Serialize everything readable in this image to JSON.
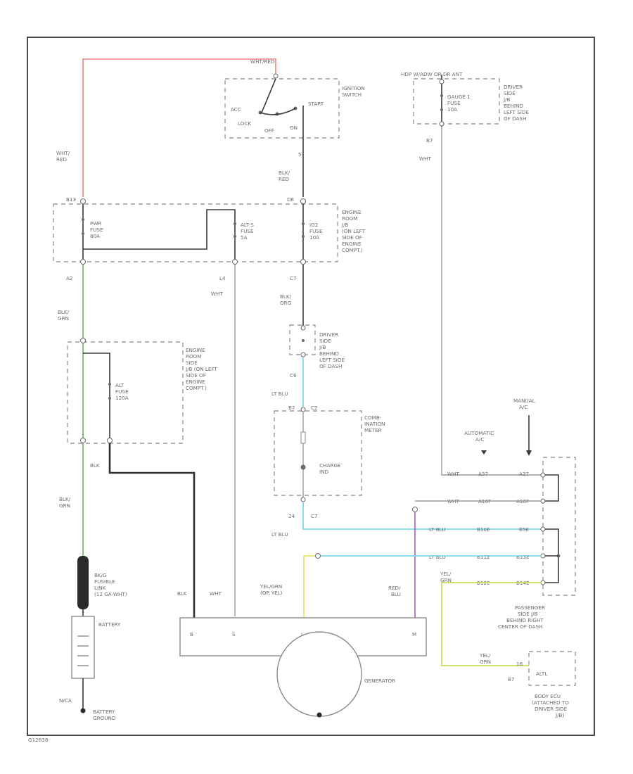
{
  "colors": {
    "wht_red": "#f08080",
    "blk_grn": "#6fbf6f",
    "lt_blu": "#7fd8ec",
    "yel_grn": "#c8e05a",
    "yel_grn_or_yel": "#e8e46a",
    "red_blu": "#b070c8",
    "blk": "#303030",
    "wht": "#a8a8a8"
  },
  "labels": {
    "ignition_pin_top": "WHT/RED",
    "ignition_switch": [
      "IGNITION",
      "SWITCH"
    ],
    "acc": "ACC",
    "start": "START",
    "lock": "LOCK",
    "off": "OFF",
    "on": "ON",
    "pin_5": "5",
    "blk_red": [
      "BLK/",
      "RED"
    ],
    "wht_red_left": [
      "WHT/",
      "RED"
    ],
    "hazard_fuse_top": "HDP W/ADW OR DR ANT",
    "gauge_fuse": [
      "GAUGE 1",
      "FUSE",
      "10A"
    ],
    "driver_jb_top": [
      "DRIVER",
      "SIDE",
      "J/B",
      "BEHIND",
      "LEFT SIDE",
      "OF DASH"
    ],
    "pin_b7_top": "B7",
    "wht_top_right": "WHT",
    "pin_b13": "B13",
    "pin_d6": "D6",
    "fuse_80a": [
      "PWR",
      "FUSE",
      "80A"
    ],
    "fuse_alts": [
      "ALT-S",
      "FUSE",
      "5A"
    ],
    "fuse_ig2": [
      "IG2",
      "FUSE",
      "10A"
    ],
    "engine_jb": [
      "ENGINE",
      "ROOM",
      "J/B",
      "(ON LEFT",
      "SIDE OF",
      "ENGINE",
      "COMPT.)"
    ],
    "pin_a2": "A2",
    "pin_l4": "L4",
    "pin_c7": "C7",
    "wht_mid": "WHT",
    "blk_grn_1": [
      "BLK/",
      "GRN"
    ],
    "blk_org": [
      "BLK/",
      "ORG"
    ],
    "driver_jb_mid": [
      "DRIVER",
      "SIDE",
      "J/B",
      "BEHIND",
      "LEFT SIDE",
      "OF DASH"
    ],
    "pin_c6": "C6",
    "engine_jb2": [
      "ENGINE",
      "ROOM",
      "SIDE",
      "J/B (ON LEFT",
      "SIDE OF",
      "ENGINE",
      "COMPT.)"
    ],
    "alt_fuse": [
      "ALT",
      "FUSE",
      "120A"
    ],
    "lt_blu_1": "LT BLU",
    "pin_b7_mid": "B7",
    "pin_c2": "C2",
    "combination_meter": [
      "COMB-",
      "INATION",
      "METER"
    ],
    "charge_ind": [
      "CHARGE",
      "IND"
    ],
    "manual_ac": [
      "MANUAL",
      "A/C"
    ],
    "automatic_ac": [
      "AUTOMATIC",
      "A/C"
    ],
    "blk": "BLK",
    "blk_grn_2": [
      "BLK/",
      "GRN"
    ],
    "pin_24": "24",
    "pin_c7b": "C7",
    "lt_blu_2": "LT BLU",
    "wht_row1": "WHT",
    "pin_a37_1": "A37",
    "pin_a37_2": "A37",
    "wht_row2": "WHT",
    "pin_a10f": "A10F",
    "pin_a10f_2": "A10F",
    "lt_blu_3": "LT BLU",
    "pin_b10e": "B10E",
    "pin_b5e": "B5E",
    "lt_blu_4": "LT BLU",
    "pin_b11e": "B11E",
    "pin_b13e": "B13E",
    "yel_grn": [
      "YEL/",
      "GRN"
    ],
    "pin_b12e": "B12E",
    "pin_b14e": "B14E",
    "fusible_link": [
      "BK/G",
      "FUSIBLE",
      "LINK",
      "(12 GA-WHT)"
    ],
    "battery": "BATTERY",
    "passenger_jb": [
      "PASSENGER",
      "SIDE J/B",
      "BEHIND RIGHT",
      "CENTER OF DASH"
    ],
    "blk_gen": "BLK",
    "wht_gen": "WHT",
    "yel_grn_or_yel": [
      "YEL/GRN",
      "(OR YEL)"
    ],
    "red_blu": [
      "RED/",
      "BLU"
    ],
    "gen_b": "B",
    "gen_s": "S",
    "gen_l": "L",
    "gen_m": "M",
    "generator": "GENERATOR",
    "yel_grn_2": [
      "YEL/",
      "GRN"
    ],
    "pin_16": "16",
    "altl": "ALTL",
    "pin_b7_bot": "B7",
    "body_ecu": [
      "BODY ECU",
      "(ATTACHED TO",
      "DRIVER SIDE",
      "J/B)"
    ],
    "n_ca": "N/CA",
    "battery_ground": [
      "BATTERY",
      "GROUND"
    ],
    "footer_code": "G12838"
  }
}
